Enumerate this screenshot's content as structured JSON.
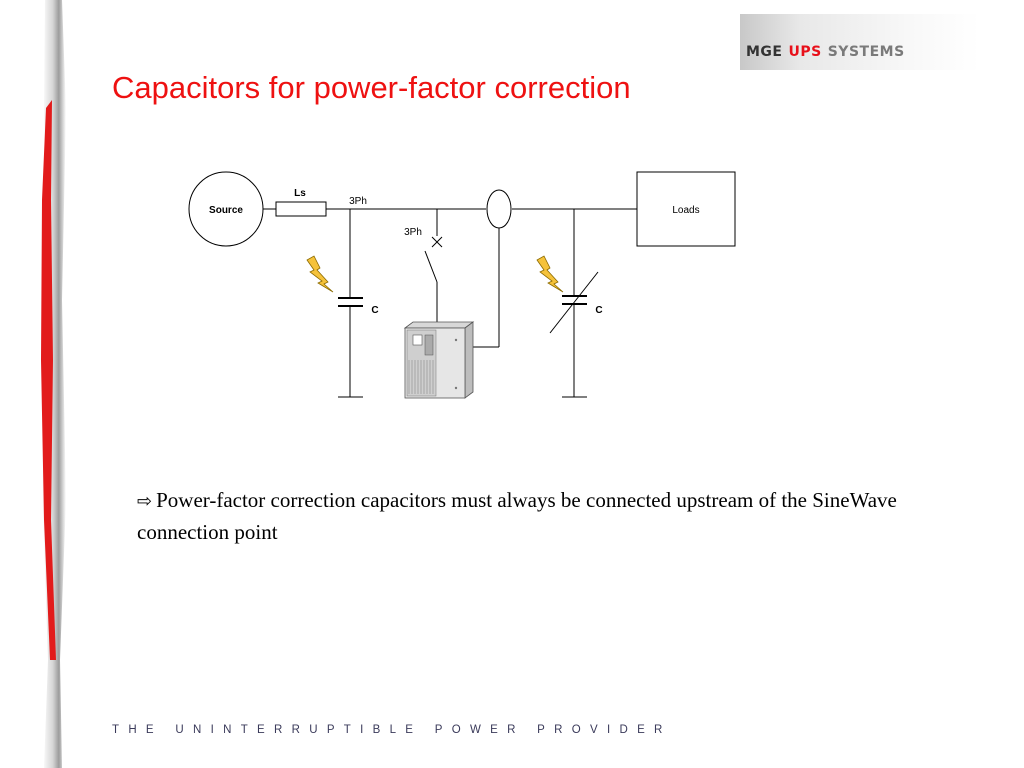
{
  "slide": {
    "title": "Capacitors for power-factor correction",
    "note": {
      "icon": "outline-right-arrow-icon",
      "text": "Power-factor correction capacitors must always be connected upstream of the SineWave connection point"
    },
    "footer": "THE UNINTERRUPTIBLE POWER PROVIDER"
  },
  "logo": {
    "mge": "MGE",
    "ups": "UPS",
    "systems": "SYSTEMS"
  },
  "diagram": {
    "source_label": "Source",
    "inductor_label": "Ls",
    "bus_label": "3Ph",
    "branch_label": "3Ph",
    "capacitor_fixed_label": "C",
    "capacitor_variable_label": "C",
    "loads_label": "Loads",
    "icons": {
      "warning_left": "lightning-bolt-icon",
      "warning_right": "lightning-bolt-icon",
      "sinewave_unit": "sinewave-cabinet-icon",
      "current_sensor": "current-transformer-icon"
    }
  },
  "colors": {
    "title": "#ee1111",
    "left_band": "#e21b1b",
    "bolt_fill": "#f5c23a",
    "footer": "#3a3a5a"
  }
}
